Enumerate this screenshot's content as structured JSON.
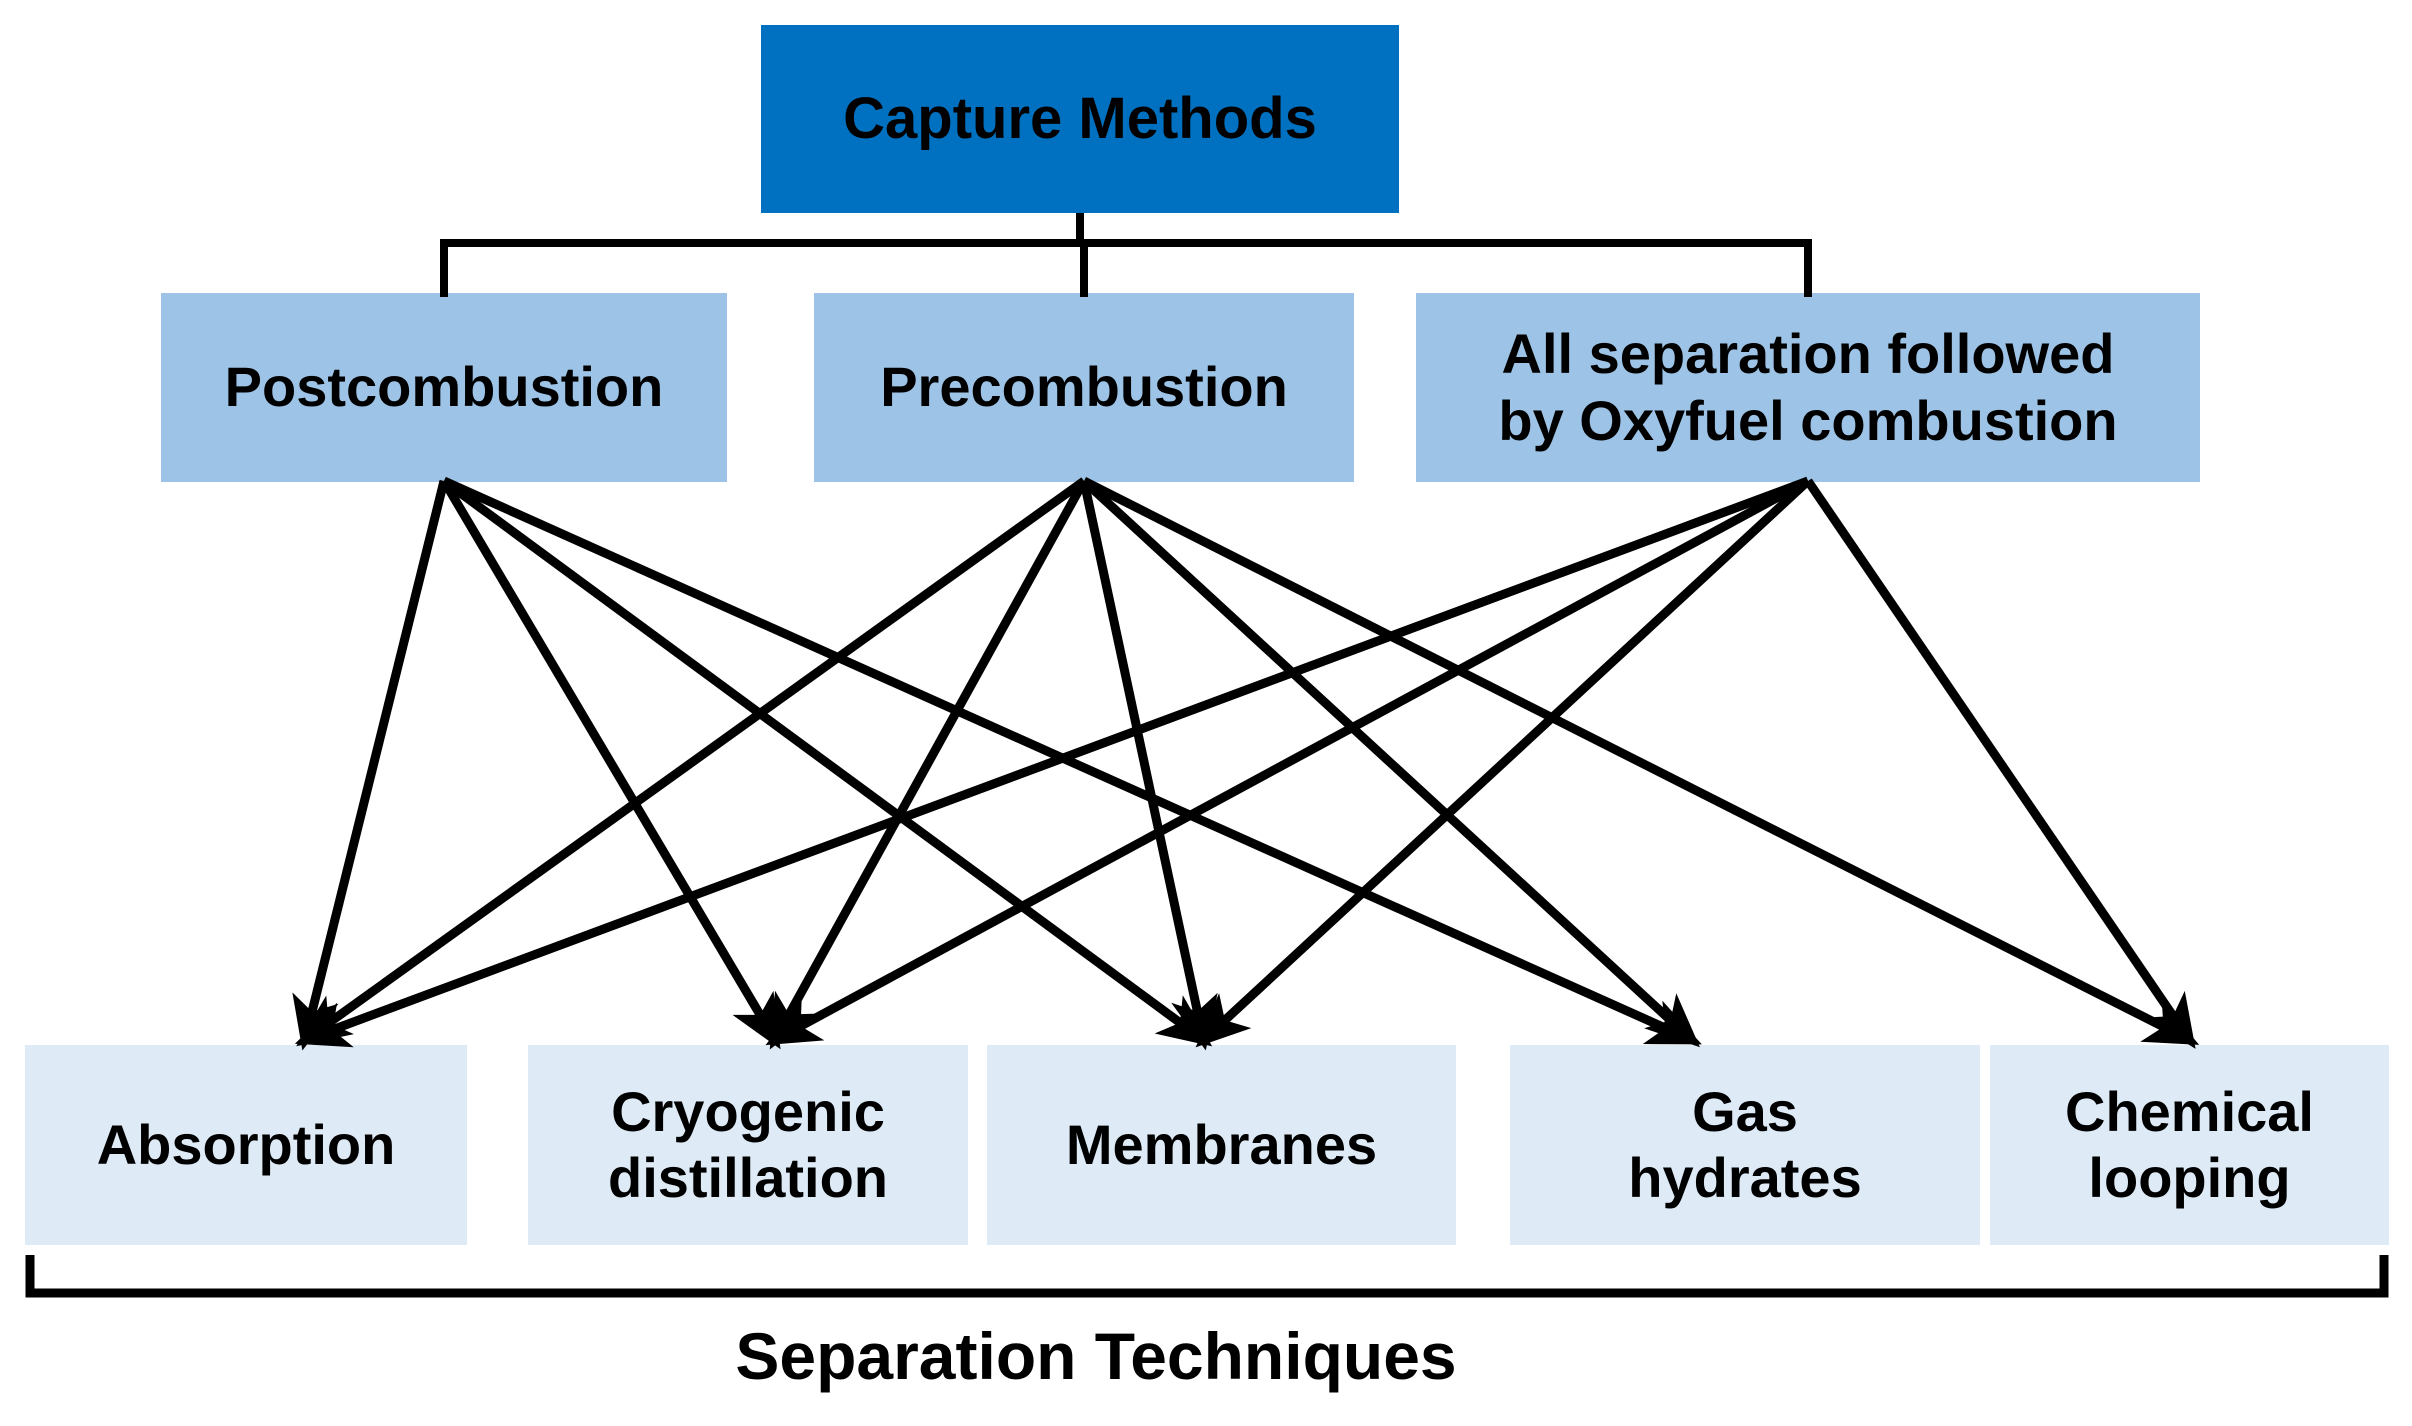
{
  "colors": {
    "background": "#FFFFFF",
    "top_box_fill": "#0070C0",
    "middle_box_fill": "#9DC3E6",
    "bottom_box_fill": "#DEEBF7",
    "connector": "#000000",
    "text": "#000000"
  },
  "nodes": {
    "top": {
      "id": "capture-methods",
      "label": "Capture Methods"
    },
    "middle": [
      {
        "id": "postcombustion",
        "label": "Postcombustion"
      },
      {
        "id": "precombustion",
        "label": "Precombustion"
      },
      {
        "id": "oxyfuel",
        "label": "All separation followed\nby Oxyfuel combustion"
      }
    ],
    "bottom": [
      {
        "id": "absorption",
        "label": "Absorption"
      },
      {
        "id": "cryogenic",
        "label": "Cryogenic\ndistillation"
      },
      {
        "id": "membranes",
        "label": "Membranes"
      },
      {
        "id": "gas-hydrates",
        "label": "Gas\nhydrates"
      },
      {
        "id": "chemical-looping",
        "label": "Chemical\nlooping"
      }
    ]
  },
  "tree": {
    "parent": "capture-methods",
    "children": [
      "postcombustion",
      "precombustion",
      "oxyfuel"
    ]
  },
  "edges": [
    {
      "from": "postcombustion",
      "to": "absorption"
    },
    {
      "from": "postcombustion",
      "to": "cryogenic"
    },
    {
      "from": "postcombustion",
      "to": "membranes"
    },
    {
      "from": "postcombustion",
      "to": "gas-hydrates"
    },
    {
      "from": "precombustion",
      "to": "absorption"
    },
    {
      "from": "precombustion",
      "to": "cryogenic"
    },
    {
      "from": "precombustion",
      "to": "membranes"
    },
    {
      "from": "precombustion",
      "to": "gas-hydrates"
    },
    {
      "from": "precombustion",
      "to": "chemical-looping"
    },
    {
      "from": "oxyfuel",
      "to": "absorption"
    },
    {
      "from": "oxyfuel",
      "to": "cryogenic"
    },
    {
      "from": "oxyfuel",
      "to": "membranes"
    },
    {
      "from": "oxyfuel",
      "to": "chemical-looping"
    }
  ],
  "bracket": {
    "label": "Separation Techniques"
  }
}
